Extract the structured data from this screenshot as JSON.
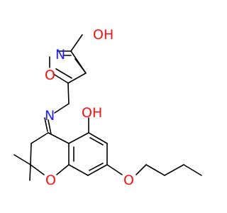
{
  "molecule": {
    "atom_labels": {
      "hydroxyl_top": "OH",
      "isoxazole_nitrogen": "N",
      "isoxazole_oxygen": "O",
      "imine_nitrogen": "N",
      "phenol_hydroxyl": "OH",
      "ring_oxygen": "O",
      "ether_oxygen": "O"
    }
  },
  "colors": {
    "nitrogen": "#1F1FFF",
    "oxygen": "#FF0D0D",
    "bond": "#000000",
    "background": "#FFFFFF"
  }
}
